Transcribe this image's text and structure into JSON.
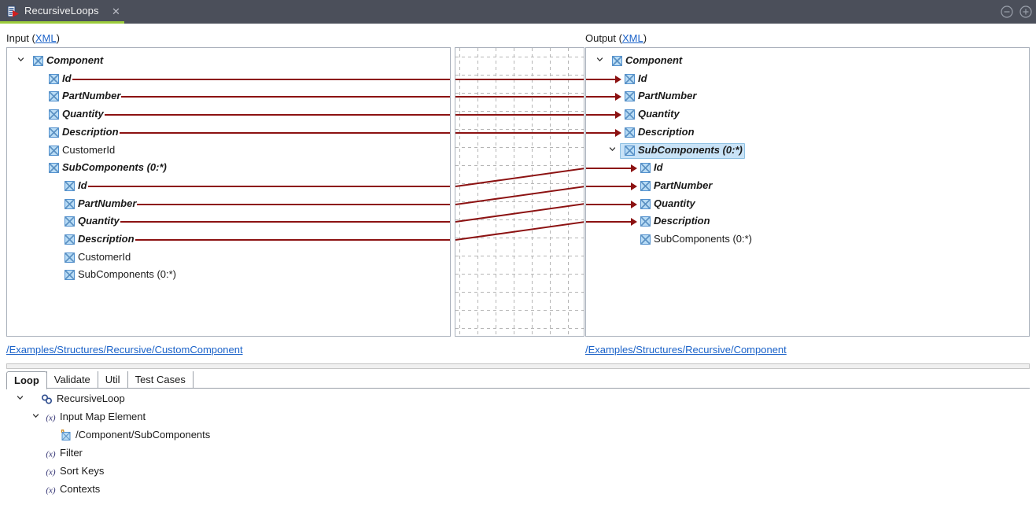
{
  "window": {
    "tab_title": "RecursiveLoops",
    "tab_icon": "mapping-document-icon",
    "close_icon": "close-icon",
    "minimize_icon": "minimize-icon",
    "maximize_icon": "maximize-icon",
    "titlebar_color": "#4b4f5a",
    "tab_accent_color": "#9ccc3c"
  },
  "panels": {
    "input": {
      "label_prefix": "Input (",
      "label_link": "XML",
      "label_suffix": ")",
      "footer_path": "/Examples/Structures/Recursive/CustomComponent",
      "nodes": [
        {
          "label": "Component",
          "depth": 0,
          "mapped": true,
          "expandable": true,
          "expanded": true,
          "connector": false
        },
        {
          "label": "Id",
          "depth": 1,
          "mapped": true,
          "expandable": false,
          "expanded": false,
          "connector": true
        },
        {
          "label": "PartNumber",
          "depth": 1,
          "mapped": true,
          "expandable": false,
          "expanded": false,
          "connector": true
        },
        {
          "label": "Quantity",
          "depth": 1,
          "mapped": true,
          "expandable": false,
          "expanded": false,
          "connector": true
        },
        {
          "label": "Description",
          "depth": 1,
          "mapped": true,
          "expandable": false,
          "expanded": false,
          "connector": true
        },
        {
          "label": "CustomerId",
          "depth": 1,
          "mapped": false,
          "expandable": false,
          "expanded": false,
          "connector": false
        },
        {
          "label": "SubComponents (0:*)",
          "depth": 1,
          "mapped": true,
          "expandable": true,
          "expanded": true,
          "connector": false
        },
        {
          "label": "Id",
          "depth": 2,
          "mapped": true,
          "expandable": false,
          "expanded": false,
          "connector": true
        },
        {
          "label": "PartNumber",
          "depth": 2,
          "mapped": true,
          "expandable": false,
          "expanded": false,
          "connector": true
        },
        {
          "label": "Quantity",
          "depth": 2,
          "mapped": true,
          "expandable": false,
          "expanded": false,
          "connector": true
        },
        {
          "label": "Description",
          "depth": 2,
          "mapped": true,
          "expandable": false,
          "expanded": false,
          "connector": true
        },
        {
          "label": "CustomerId",
          "depth": 2,
          "mapped": false,
          "expandable": false,
          "expanded": false,
          "connector": false
        },
        {
          "label": "SubComponents (0:*)",
          "depth": 2,
          "mapped": false,
          "expandable": false,
          "expanded": false,
          "connector": false
        }
      ]
    },
    "output": {
      "label_prefix": "Output (",
      "label_link": "XML",
      "label_suffix": ")",
      "footer_path": "/Examples/Structures/Recursive/Component",
      "nodes": [
        {
          "label": "Component",
          "depth": 0,
          "mapped": true,
          "expandable": true,
          "expanded": true,
          "arrow": false,
          "selected": false
        },
        {
          "label": "Id",
          "depth": 1,
          "mapped": true,
          "expandable": false,
          "expanded": false,
          "arrow": true,
          "selected": false
        },
        {
          "label": "PartNumber",
          "depth": 1,
          "mapped": true,
          "expandable": false,
          "expanded": false,
          "arrow": true,
          "selected": false
        },
        {
          "label": "Quantity",
          "depth": 1,
          "mapped": true,
          "expandable": false,
          "expanded": false,
          "arrow": true,
          "selected": false
        },
        {
          "label": "Description",
          "depth": 1,
          "mapped": true,
          "expandable": false,
          "expanded": false,
          "arrow": true,
          "selected": false
        },
        {
          "label": "SubComponents (0:*)",
          "depth": 1,
          "mapped": true,
          "expandable": true,
          "expanded": true,
          "arrow": false,
          "selected": true
        },
        {
          "label": "Id",
          "depth": 2,
          "mapped": true,
          "expandable": false,
          "expanded": false,
          "arrow": true,
          "selected": false
        },
        {
          "label": "PartNumber",
          "depth": 2,
          "mapped": true,
          "expandable": false,
          "expanded": false,
          "arrow": true,
          "selected": false
        },
        {
          "label": "Quantity",
          "depth": 2,
          "mapped": true,
          "expandable": false,
          "expanded": false,
          "arrow": true,
          "selected": false
        },
        {
          "label": "Description",
          "depth": 2,
          "mapped": true,
          "expandable": false,
          "expanded": false,
          "arrow": true,
          "selected": false
        },
        {
          "label": "SubComponents (0:*)",
          "depth": 2,
          "mapped": false,
          "expandable": false,
          "expanded": false,
          "arrow": false,
          "selected": false
        }
      ]
    },
    "mapping": {
      "line_color": "#8c1212",
      "grid_spacing": 23,
      "links": [
        {
          "from_row": 1,
          "to_row": 1,
          "type": "straight"
        },
        {
          "from_row": 2,
          "to_row": 2,
          "type": "straight"
        },
        {
          "from_row": 3,
          "to_row": 3,
          "type": "straight"
        },
        {
          "from_row": 4,
          "to_row": 4,
          "type": "straight"
        },
        {
          "from_row": 7,
          "to_row": 6,
          "type": "slanted"
        },
        {
          "from_row": 8,
          "to_row": 7,
          "type": "slanted"
        },
        {
          "from_row": 9,
          "to_row": 8,
          "type": "slanted"
        },
        {
          "from_row": 10,
          "to_row": 9,
          "type": "slanted"
        }
      ]
    }
  },
  "bottom": {
    "tabs": [
      {
        "label": "Loop",
        "active": true
      },
      {
        "label": "Validate",
        "active": false
      },
      {
        "label": "Util",
        "active": false
      },
      {
        "label": "Test Cases",
        "active": false
      }
    ],
    "tree": [
      {
        "label": "RecursiveLoop",
        "depth": 0,
        "icon": "loop-link-icon",
        "expandable": true,
        "expanded": true
      },
      {
        "label": "Input Map Element",
        "depth": 1,
        "icon": "function-fx-icon",
        "expandable": true,
        "expanded": true
      },
      {
        "label": "/Component/SubComponents",
        "depth": 2,
        "icon": "map-element-icon",
        "expandable": false,
        "expanded": false
      },
      {
        "label": "Filter",
        "depth": 1,
        "icon": "function-fx-icon",
        "expandable": false,
        "expanded": false
      },
      {
        "label": "Sort Keys",
        "depth": 1,
        "icon": "function-fx-icon",
        "expandable": false,
        "expanded": false
      },
      {
        "label": "Contexts",
        "depth": 1,
        "icon": "function-fx-icon",
        "expandable": false,
        "expanded": false
      }
    ]
  }
}
